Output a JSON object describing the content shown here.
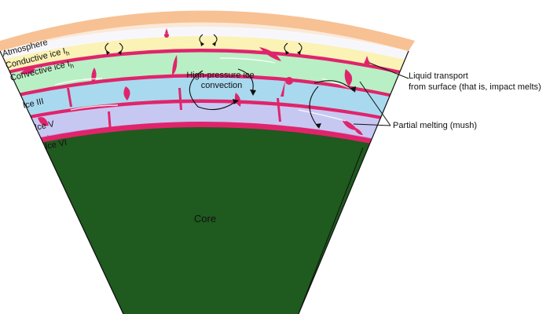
{
  "layers": {
    "atmosphere": "Atmosphere",
    "conductive_ice": "Conductive ice I",
    "conductive_ice_sub": "h",
    "convective_ice": "Convective ice I",
    "convective_ice_sub": "h",
    "ice_iii": "Ice III",
    "ice_v": "Ice V",
    "ice_vi": "Ice VI",
    "core": "Core"
  },
  "annotations": {
    "high_pressure_line1": "High-pressure ice",
    "high_pressure_line2": "convection",
    "liquid_transport_line1": "Liquid transport",
    "liquid_transport_line2": "from surface (that is, impact melts)",
    "partial_melting": "Partial melting (mush)"
  },
  "colors": {
    "atmosphere": "#f07a1e",
    "conductive_ice": "#fbf2b6",
    "convective_ice": "#b9efc4",
    "ice_iii": "#a9d9ef",
    "ice_v": "#c7c8f2",
    "ice_vi": "#c1a9e5",
    "melt": "#e0246b",
    "core": "#1f5a1f"
  }
}
